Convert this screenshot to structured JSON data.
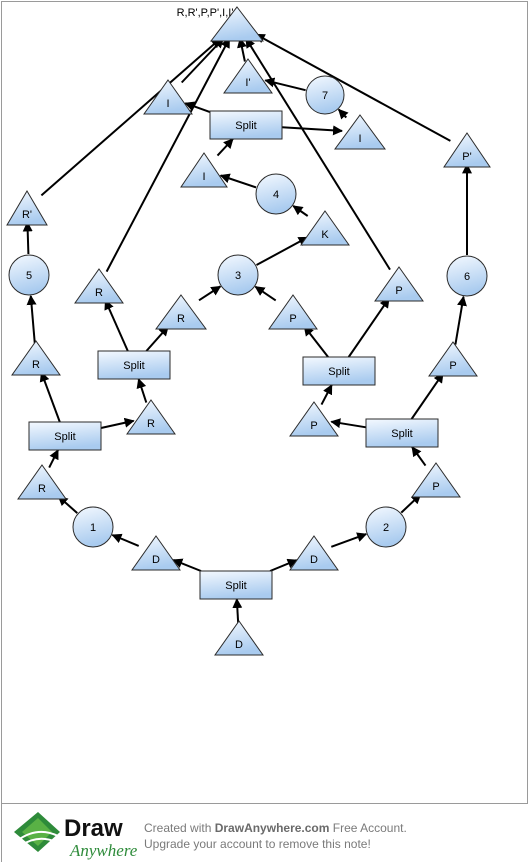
{
  "diagram": {
    "colors": {
      "fill_top": "#f4f9ff",
      "fill_bottom": "#a9cbef",
      "stroke": "#2b2b2b",
      "edge": "#000000",
      "text": "#000000"
    },
    "nodes": [
      {
        "id": "top",
        "shape": "triangle",
        "label": "R,R',P,P',I,I'"
      },
      {
        "id": "i_left",
        "shape": "triangle",
        "label": "I"
      },
      {
        "id": "i_prime",
        "shape": "triangle",
        "label": "I'"
      },
      {
        "id": "c7",
        "shape": "circle",
        "label": "7"
      },
      {
        "id": "split_top",
        "shape": "rect",
        "label": "Split"
      },
      {
        "id": "i_right",
        "shape": "triangle",
        "label": "I"
      },
      {
        "id": "p_prime",
        "shape": "triangle",
        "label": "P'"
      },
      {
        "id": "i_mid",
        "shape": "triangle",
        "label": "I"
      },
      {
        "id": "c4",
        "shape": "circle",
        "label": "4"
      },
      {
        "id": "r_prime",
        "shape": "triangle",
        "label": "R'"
      },
      {
        "id": "k",
        "shape": "triangle",
        "label": "K"
      },
      {
        "id": "c5",
        "shape": "circle",
        "label": "5"
      },
      {
        "id": "r_upper",
        "shape": "triangle",
        "label": "R"
      },
      {
        "id": "c3",
        "shape": "circle",
        "label": "3"
      },
      {
        "id": "p_upper",
        "shape": "triangle",
        "label": "P"
      },
      {
        "id": "c6",
        "shape": "circle",
        "label": "6"
      },
      {
        "id": "r_mid",
        "shape": "triangle",
        "label": "R"
      },
      {
        "id": "p_mid",
        "shape": "triangle",
        "label": "P"
      },
      {
        "id": "r_left",
        "shape": "triangle",
        "label": "R"
      },
      {
        "id": "split_r",
        "shape": "rect",
        "label": "Split"
      },
      {
        "id": "split_p",
        "shape": "rect",
        "label": "Split"
      },
      {
        "id": "p_right",
        "shape": "triangle",
        "label": "P"
      },
      {
        "id": "r_low",
        "shape": "triangle",
        "label": "R"
      },
      {
        "id": "p_low",
        "shape": "triangle",
        "label": "P"
      },
      {
        "id": "split_left",
        "shape": "rect",
        "label": "Split"
      },
      {
        "id": "split_right",
        "shape": "rect",
        "label": "Split"
      },
      {
        "id": "r_bottom",
        "shape": "triangle",
        "label": "R"
      },
      {
        "id": "p_bottom",
        "shape": "triangle",
        "label": "P"
      },
      {
        "id": "c1",
        "shape": "circle",
        "label": "1"
      },
      {
        "id": "c2",
        "shape": "circle",
        "label": "2"
      },
      {
        "id": "d_left",
        "shape": "triangle",
        "label": "D"
      },
      {
        "id": "d_right",
        "shape": "triangle",
        "label": "D"
      },
      {
        "id": "split_bottom",
        "shape": "rect",
        "label": "Split"
      },
      {
        "id": "d_root",
        "shape": "triangle",
        "label": "D"
      }
    ],
    "edges": [
      {
        "from": "d_root",
        "to": "split_bottom"
      },
      {
        "from": "split_bottom",
        "to": "d_left"
      },
      {
        "from": "split_bottom",
        "to": "d_right"
      },
      {
        "from": "d_left",
        "to": "c1"
      },
      {
        "from": "d_right",
        "to": "c2"
      },
      {
        "from": "c1",
        "to": "r_bottom"
      },
      {
        "from": "c2",
        "to": "p_bottom"
      },
      {
        "from": "r_bottom",
        "to": "split_left"
      },
      {
        "from": "p_bottom",
        "to": "split_right"
      },
      {
        "from": "split_left",
        "to": "r_left"
      },
      {
        "from": "split_left",
        "to": "r_low"
      },
      {
        "from": "split_right",
        "to": "p_low"
      },
      {
        "from": "split_right",
        "to": "p_right"
      },
      {
        "from": "r_left",
        "to": "c5"
      },
      {
        "from": "c5",
        "to": "r_prime"
      },
      {
        "from": "r_prime",
        "to": "top"
      },
      {
        "from": "p_right",
        "to": "c6"
      },
      {
        "from": "c6",
        "to": "p_prime"
      },
      {
        "from": "p_prime",
        "to": "top"
      },
      {
        "from": "r_low",
        "to": "split_r"
      },
      {
        "from": "p_low",
        "to": "split_p"
      },
      {
        "from": "split_r",
        "to": "r_upper"
      },
      {
        "from": "split_r",
        "to": "r_mid"
      },
      {
        "from": "split_p",
        "to": "p_mid"
      },
      {
        "from": "split_p",
        "to": "p_upper"
      },
      {
        "from": "r_upper",
        "to": "top"
      },
      {
        "from": "p_upper",
        "to": "top"
      },
      {
        "from": "r_mid",
        "to": "c3"
      },
      {
        "from": "p_mid",
        "to": "c3"
      },
      {
        "from": "c3",
        "to": "k"
      },
      {
        "from": "k",
        "to": "c4"
      },
      {
        "from": "c4",
        "to": "i_mid"
      },
      {
        "from": "i_mid",
        "to": "split_top"
      },
      {
        "from": "split_top",
        "to": "i_left"
      },
      {
        "from": "split_top",
        "to": "i_right"
      },
      {
        "from": "i_left",
        "to": "top"
      },
      {
        "from": "i_right",
        "to": "c7"
      },
      {
        "from": "c7",
        "to": "i_prime"
      },
      {
        "from": "i_prime",
        "to": "top"
      }
    ]
  },
  "footer": {
    "logo_word_1": "Draw",
    "logo_word_2": "Anywhere",
    "line1_prefix": "Created with",
    "line1_brand": "DrawAnywhere.com",
    "line1_suffix": "Free Account.",
    "line2": "Upgrade your account to remove this note!"
  }
}
